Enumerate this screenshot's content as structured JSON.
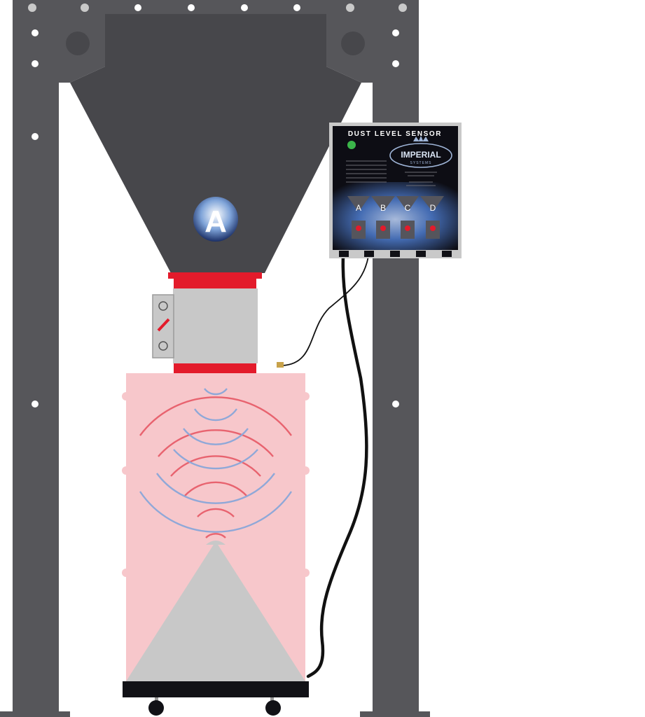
{
  "hopper": {
    "label": "A"
  },
  "sensor_panel": {
    "title": "DUST LEVEL SENSOR",
    "status_light_color": "#3bb54a",
    "brand_name": "IMPERIAL",
    "brand_sub": "SYSTEMS",
    "channels": [
      "A",
      "B",
      "C",
      "D"
    ]
  },
  "colors": {
    "frame": "#56565a",
    "hopper": "#47474b",
    "flange": "#e31b2b",
    "drum": "#f7c7cb",
    "wave_red": "#e8636f",
    "wave_blue": "#8fa8d8",
    "cone": "#c8c8c8",
    "panel_bg": "#0d0d14",
    "panel_accent": "#2e5fb0"
  }
}
